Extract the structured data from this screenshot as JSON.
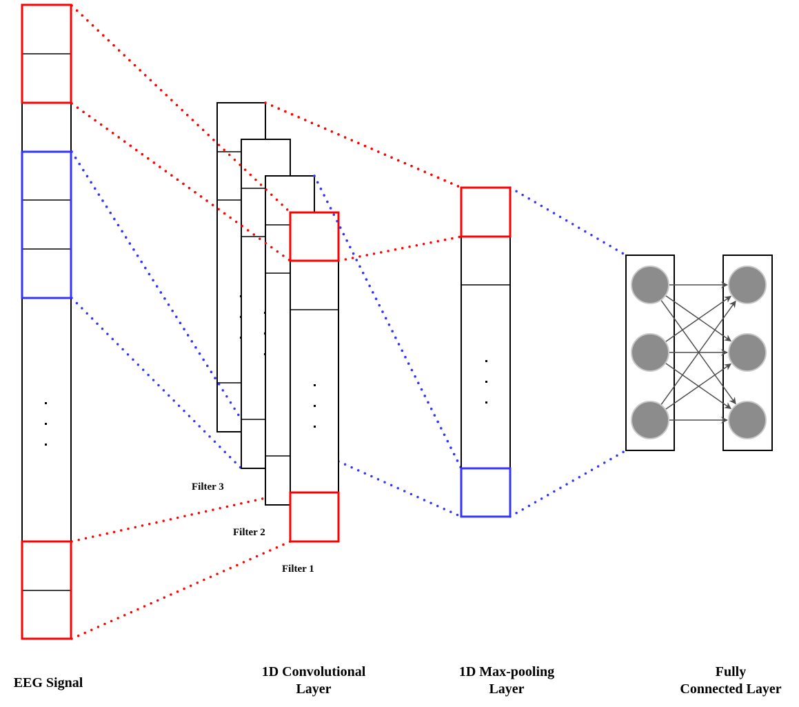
{
  "title": "1D CNN architecture for EEG signal classification",
  "colors": {
    "highlight_red": "#ff0000",
    "highlight_blue": "#3333ff",
    "outline": "#000000",
    "neuron_fill": "#8c8c8c",
    "neuron_stroke": "#c8c8c8",
    "arrow": "#4d4d4d"
  },
  "layers": {
    "eeg": {
      "label": "EEG Signal",
      "ellipsis": "⋮"
    },
    "conv": {
      "label_line1": "1D Convolutional",
      "label_line2": "Layer",
      "ellipsis": "⋮"
    },
    "pool": {
      "label_line1": "1D Max-pooling",
      "label_line2": "Layer",
      "ellipsis": "⋮"
    },
    "fc": {
      "label_line1": "Fully",
      "label_line2": "Connected Layer",
      "neurons_per_column": 3
    }
  },
  "filters": [
    {
      "label": "Filter 3"
    },
    {
      "label": "Filter 2"
    },
    {
      "label": "Filter 1"
    }
  ]
}
